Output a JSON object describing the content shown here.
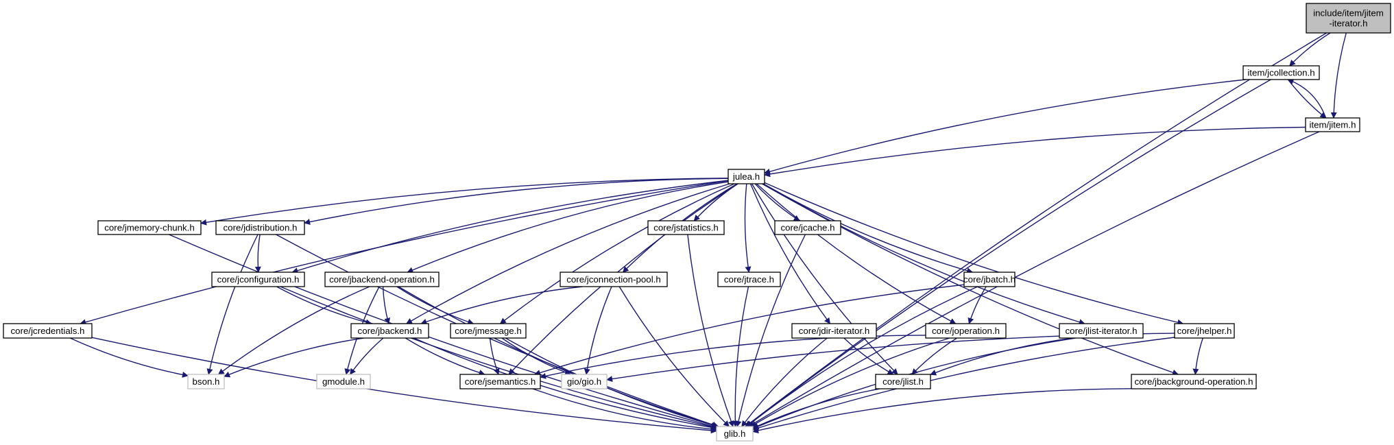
{
  "graph": {
    "root": "root",
    "nodes": [
      {
        "id": "root",
        "lines": [
          "include/item/jitem",
          "-iterator.h"
        ],
        "style": "root"
      },
      {
        "id": "jcollection",
        "lines": [
          "item/jcollection.h"
        ],
        "style": "normal"
      },
      {
        "id": "jitem",
        "lines": [
          "item/jitem.h"
        ],
        "style": "normal"
      },
      {
        "id": "julea",
        "lines": [
          "julea.h"
        ],
        "style": "normal"
      },
      {
        "id": "jmemchunk",
        "lines": [
          "core/jmemory-chunk.h"
        ],
        "style": "normal"
      },
      {
        "id": "jdistribution",
        "lines": [
          "core/jdistribution.h"
        ],
        "style": "normal"
      },
      {
        "id": "jstatistics",
        "lines": [
          "core/jstatistics.h"
        ],
        "style": "normal"
      },
      {
        "id": "jcache",
        "lines": [
          "core/jcache.h"
        ],
        "style": "normal"
      },
      {
        "id": "jconfiguration",
        "lines": [
          "core/jconfiguration.h"
        ],
        "style": "normal"
      },
      {
        "id": "jbackendop",
        "lines": [
          "core/jbackend-operation.h"
        ],
        "style": "normal"
      },
      {
        "id": "jconnpool",
        "lines": [
          "core/jconnection-pool.h"
        ],
        "style": "normal"
      },
      {
        "id": "jtrace",
        "lines": [
          "core/jtrace.h"
        ],
        "style": "normal"
      },
      {
        "id": "jbatch",
        "lines": [
          "core/jbatch.h"
        ],
        "style": "normal"
      },
      {
        "id": "jcredentials",
        "lines": [
          "core/jcredentials.h"
        ],
        "style": "normal"
      },
      {
        "id": "jbackend",
        "lines": [
          "core/jbackend.h"
        ],
        "style": "normal"
      },
      {
        "id": "jmessage",
        "lines": [
          "core/jmessage.h"
        ],
        "style": "normal"
      },
      {
        "id": "jdiriter",
        "lines": [
          "core/jdir-iterator.h"
        ],
        "style": "normal"
      },
      {
        "id": "joperation",
        "lines": [
          "core/joperation.h"
        ],
        "style": "normal"
      },
      {
        "id": "jlistiter",
        "lines": [
          "core/jlist-iterator.h"
        ],
        "style": "normal"
      },
      {
        "id": "jhelper",
        "lines": [
          "core/jhelper.h"
        ],
        "style": "normal"
      },
      {
        "id": "bson",
        "lines": [
          "bson.h"
        ],
        "style": "external"
      },
      {
        "id": "gmodule",
        "lines": [
          "gmodule.h"
        ],
        "style": "external"
      },
      {
        "id": "jsemantics",
        "lines": [
          "core/jsemantics.h"
        ],
        "style": "normal"
      },
      {
        "id": "gio",
        "lines": [
          "gio/gio.h"
        ],
        "style": "external"
      },
      {
        "id": "jlist",
        "lines": [
          "core/jlist.h"
        ],
        "style": "normal"
      },
      {
        "id": "jbgop",
        "lines": [
          "core/jbackground-operation.h"
        ],
        "style": "normal"
      },
      {
        "id": "glib",
        "lines": [
          "glib.h"
        ],
        "style": "external"
      }
    ],
    "edges": [
      [
        "root",
        "jcollection"
      ],
      [
        "root",
        "jitem"
      ],
      [
        "root",
        "glib"
      ],
      [
        "jcollection",
        "julea"
      ],
      [
        "jcollection",
        "jitem"
      ],
      [
        "jcollection",
        "glib"
      ],
      [
        "jitem",
        "jcollection"
      ],
      [
        "jitem",
        "julea"
      ],
      [
        "jitem",
        "glib"
      ],
      [
        "julea",
        "jcredentials"
      ],
      [
        "julea",
        "jmemchunk"
      ],
      [
        "julea",
        "jdistribution"
      ],
      [
        "julea",
        "jconfiguration"
      ],
      [
        "julea",
        "jbackendop"
      ],
      [
        "julea",
        "jbackend"
      ],
      [
        "julea",
        "jmessage"
      ],
      [
        "julea",
        "jsemantics"
      ],
      [
        "julea",
        "jconnpool"
      ],
      [
        "julea",
        "jstatistics"
      ],
      [
        "julea",
        "jtrace"
      ],
      [
        "julea",
        "jcache"
      ],
      [
        "julea",
        "jdiriter"
      ],
      [
        "julea",
        "jlist"
      ],
      [
        "julea",
        "joperation"
      ],
      [
        "julea",
        "jbatch"
      ],
      [
        "julea",
        "jlistiter"
      ],
      [
        "julea",
        "jhelper"
      ],
      [
        "julea",
        "jbgop"
      ],
      [
        "jmemchunk",
        "glib"
      ],
      [
        "jdistribution",
        "jconfiguration"
      ],
      [
        "jdistribution",
        "bson"
      ],
      [
        "jdistribution",
        "glib"
      ],
      [
        "jconfiguration",
        "jbackend"
      ],
      [
        "jconfiguration",
        "glib"
      ],
      [
        "jbackendop",
        "jbackend"
      ],
      [
        "jbackendop",
        "jmessage"
      ],
      [
        "jbackendop",
        "bson"
      ],
      [
        "jbackendop",
        "gmodule"
      ],
      [
        "jbackendop",
        "glib"
      ],
      [
        "jconnpool",
        "jbackend"
      ],
      [
        "jconnpool",
        "gio"
      ],
      [
        "jconnpool",
        "glib"
      ],
      [
        "jstatistics",
        "glib"
      ],
      [
        "jtrace",
        "glib"
      ],
      [
        "jcache",
        "glib"
      ],
      [
        "jcredentials",
        "bson"
      ],
      [
        "jcredentials",
        "glib"
      ],
      [
        "jbackend",
        "bson"
      ],
      [
        "jbackend",
        "gmodule"
      ],
      [
        "jbackend",
        "jsemantics"
      ],
      [
        "jbackend",
        "glib"
      ],
      [
        "jmessage",
        "jsemantics"
      ],
      [
        "jmessage",
        "gio"
      ],
      [
        "jmessage",
        "glib"
      ],
      [
        "jdiriter",
        "jlist"
      ],
      [
        "jdiriter",
        "glib"
      ],
      [
        "jbatch",
        "joperation"
      ],
      [
        "jbatch",
        "jsemantics"
      ],
      [
        "jbatch",
        "glib"
      ],
      [
        "joperation",
        "jsemantics"
      ],
      [
        "joperation",
        "jlist"
      ],
      [
        "joperation",
        "glib"
      ],
      [
        "jlistiter",
        "jlist"
      ],
      [
        "jlistiter",
        "glib"
      ],
      [
        "jhelper",
        "gio"
      ],
      [
        "jhelper",
        "jbgop"
      ],
      [
        "jhelper",
        "glib"
      ],
      [
        "jsemantics",
        "glib"
      ],
      [
        "jlist",
        "glib"
      ],
      [
        "jbgop",
        "glib"
      ]
    ]
  },
  "colors": {
    "edge": "#191970",
    "node_border": "#000000",
    "node_fill": "#ffffff",
    "root_fill": "#bfbfbf",
    "root_border": "#000000",
    "external_border": "#bfbfbf",
    "text": "#000000"
  }
}
